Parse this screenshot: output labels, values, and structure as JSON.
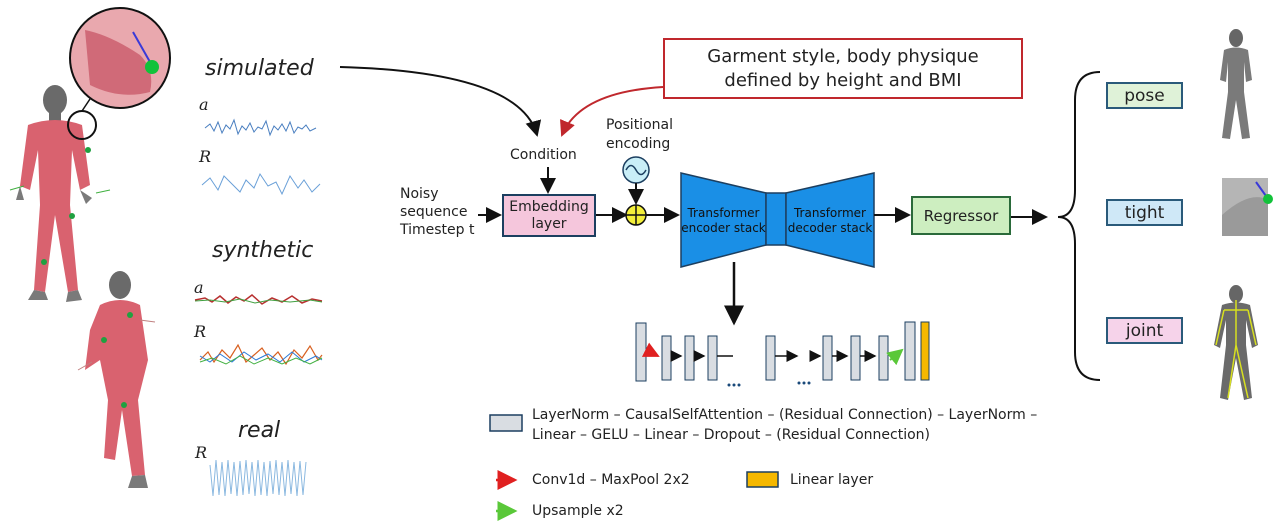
{
  "sources": {
    "simulated": {
      "label": "simulated",
      "signal_a": "a",
      "signal_r": "R"
    },
    "synthetic": {
      "label": "synthetic",
      "signal_a": "a",
      "signal_r": "R"
    },
    "real": {
      "label": "real",
      "signal_r": "R"
    }
  },
  "condition_box": "Garment style, body physique defined by height and BMI",
  "condition_label": "Condition",
  "positional_encoding": "Positional encoding",
  "input_label": "Noisy sequence Timestep t",
  "embedding": "Embedding layer",
  "encoder": "Transformer encoder stack",
  "decoder": "Transformer decoder stack",
  "regressor": "Regressor",
  "outputs": [
    "pose",
    "tight",
    "joint"
  ],
  "legend": {
    "block": "LayerNorm – CausalSelfAttention – (Residual Connection) – LayerNorm – Linear – GELU – Linear – Dropout – (Residual Connection)",
    "conv": "Conv1d – MaxPool 2x2",
    "upsample": "Upsample x2",
    "linear": "Linear layer"
  },
  "colors": {
    "figure_pink": "#d9626f",
    "embedding_fill": "#f5c6dc",
    "transformer_fill": "#1a8fe6",
    "regressor_fill": "#cdeec0",
    "pose_fill": "#dff2d8",
    "tight_fill": "#cfe8f7",
    "joint_fill": "#f6d3ea",
    "condition_border": "#c0282d",
    "block_fill": "#d9dde2",
    "linear_fill": "#f5b800",
    "conv_arrow": "#e02020",
    "upsample_arrow": "#5ac839",
    "signal_blue": "#4a7fc0"
  }
}
